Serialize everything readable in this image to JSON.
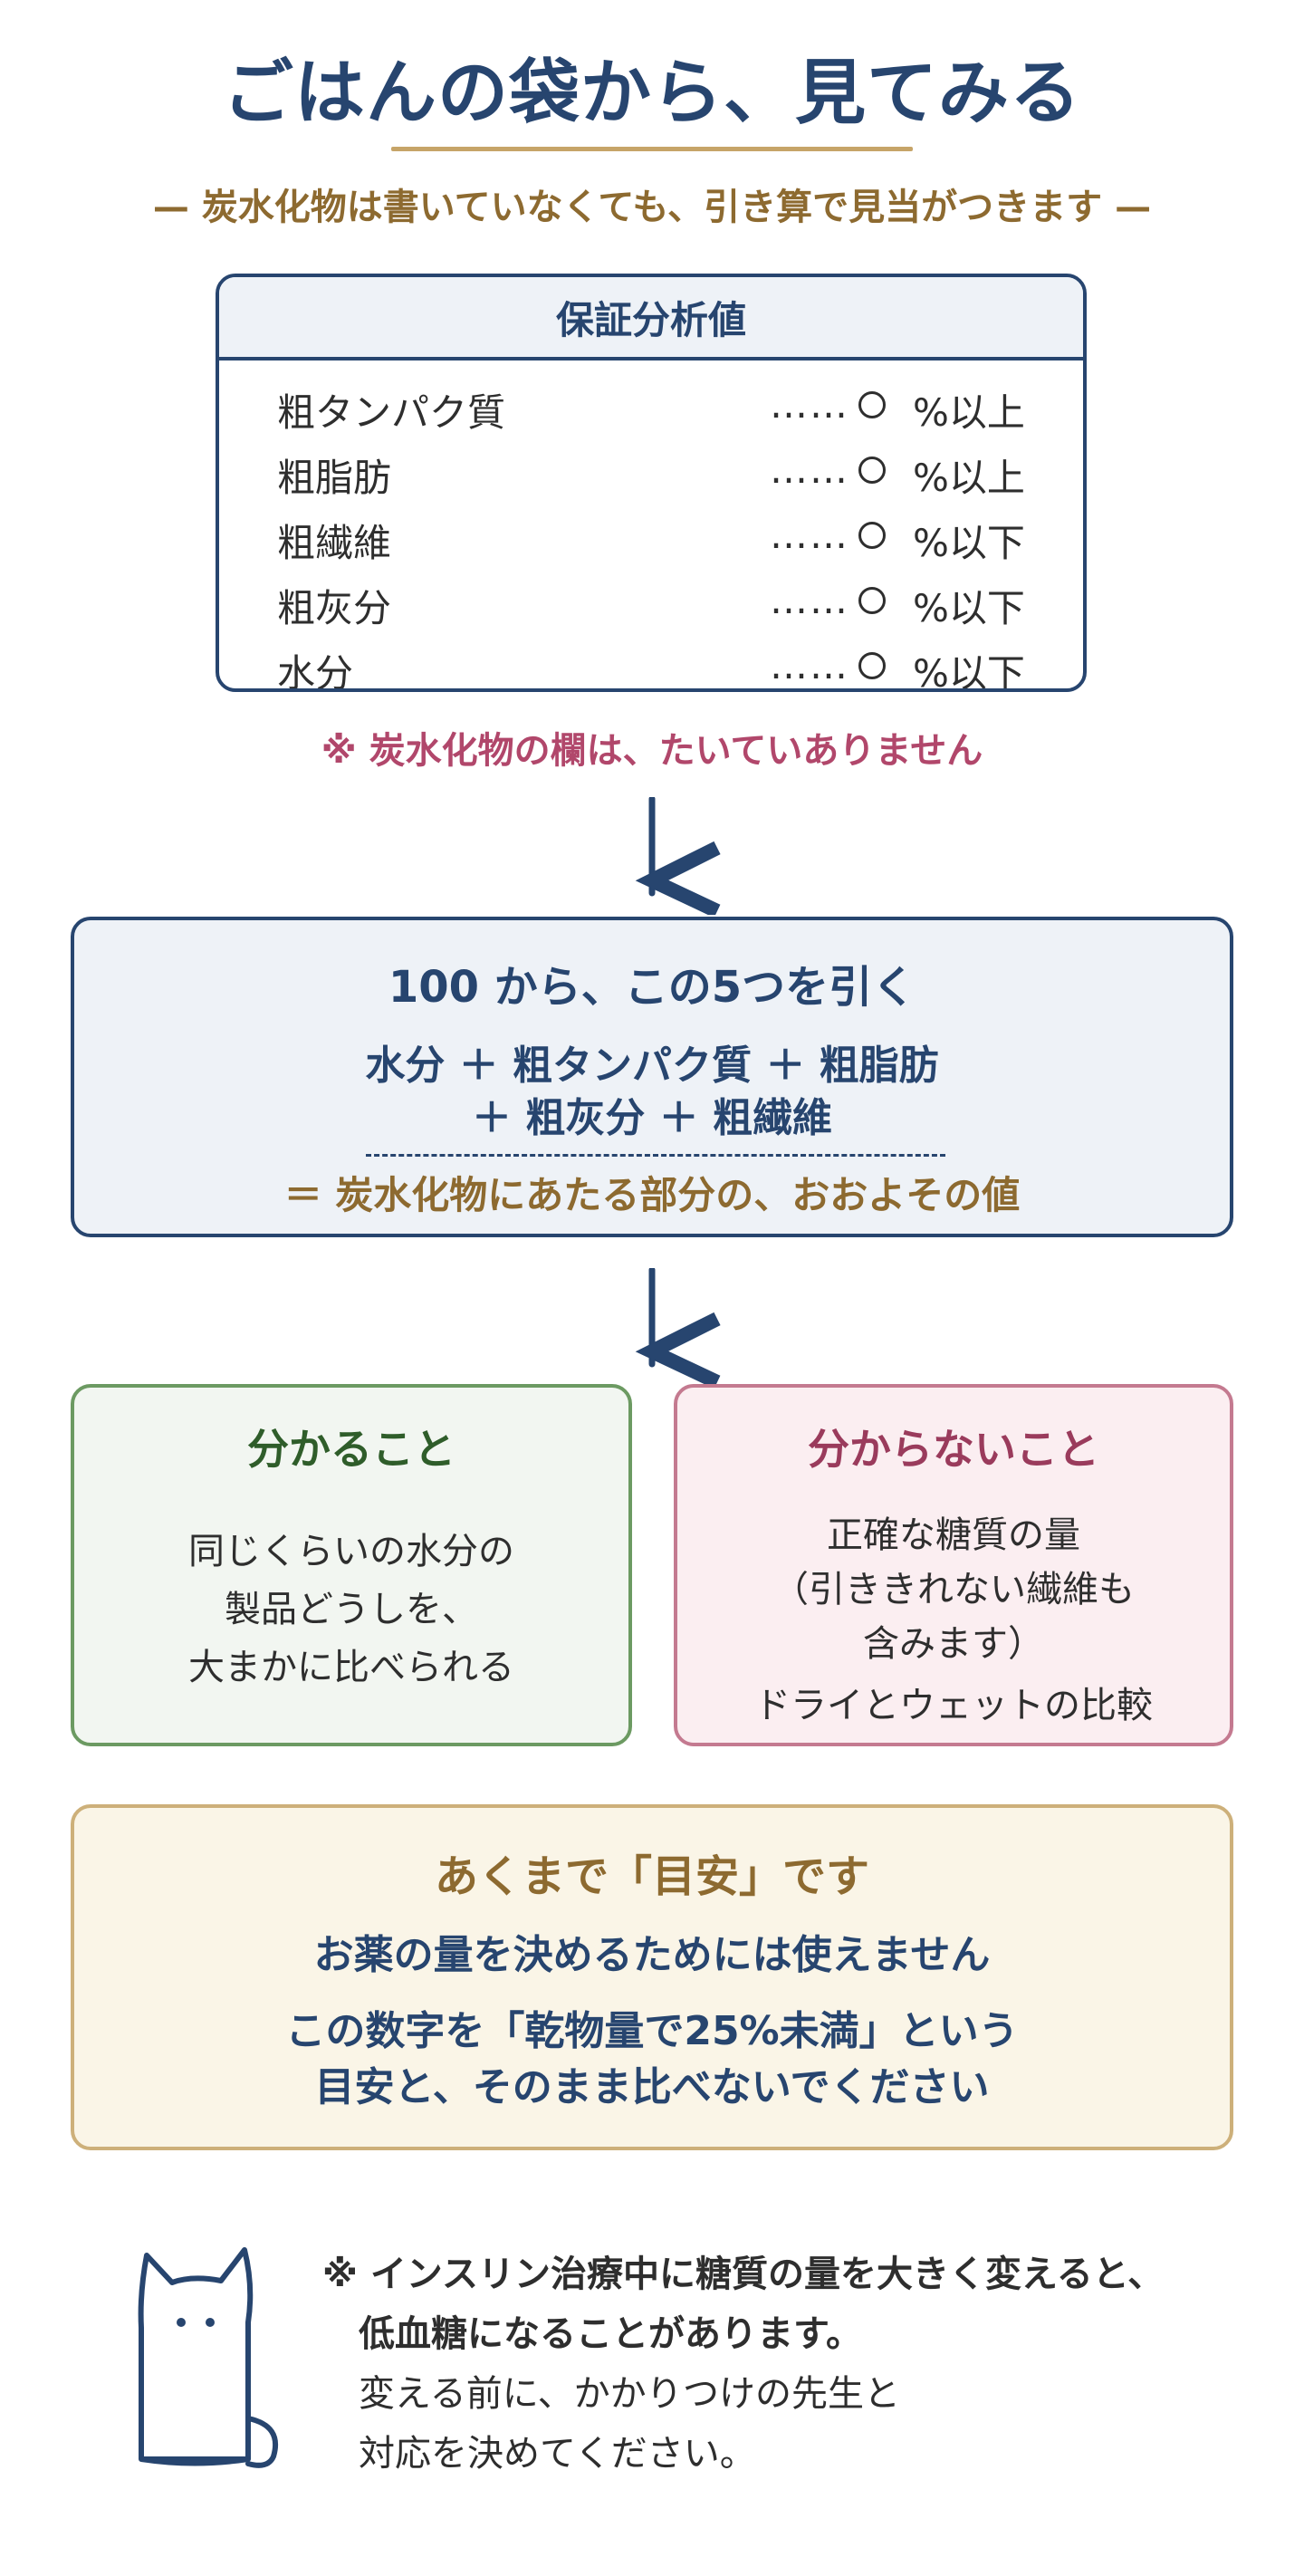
{
  "title": "ごはんの袋から、見てみる",
  "subtitle": "— 炭水化物は書いていなくても、引き算で見当がつきます —",
  "analysis_table": {
    "header": "保証分析値",
    "rows": [
      {
        "name": "粗タンパク質",
        "dots": "……",
        "value": "%以上"
      },
      {
        "name": "粗脂肪",
        "dots": "……",
        "value": "%以上"
      },
      {
        "name": "粗繊維",
        "dots": "……",
        "value": "%以下"
      },
      {
        "name": "粗灰分",
        "dots": "……",
        "value": "%以下"
      },
      {
        "name": "水分",
        "dots": "……",
        "value": "%以下"
      }
    ]
  },
  "table_note": "※ 炭水化物の欄は、たいていありません",
  "formula": {
    "heading": "100 から、この5つを引く",
    "line1": "水分 ＋ 粗タンパク質 ＋ 粗脂肪",
    "line2": "＋ 粗灰分 ＋ 粗繊維",
    "result": "＝ 炭水化物にあたる部分の、おおよその値"
  },
  "known": {
    "title": "分かること",
    "lines": [
      "同じくらいの水分の",
      "製品どうしを、",
      "大まかに比べられる"
    ]
  },
  "unknown": {
    "title": "分からないこと",
    "lines": [
      "正確な糖質の量",
      "（引ききれない繊維も",
      "含みます）",
      "ドライとウェットの比較"
    ]
  },
  "caution": {
    "title": "あくまで「目安」です",
    "line1": "お薬の量を決めるためには使えません",
    "line2": "この数字を「乾物量で25%未満」という",
    "line3": "目安と、そのまま比べないでください"
  },
  "footer": {
    "line1": "※ インスリン治療中に糖質の量を大きく変えると、",
    "line2": "低血糖になることがあります。",
    "line3": "変える前に、かかりつけの先生と",
    "line4": "対応を決めてください。"
  },
  "colors": {
    "navy": "#27456f",
    "gold": "#8d6a30",
    "rose": "#b1476b",
    "green": "#2f5d2a",
    "green_border": "#6c9a62",
    "pink_border": "#c47a90",
    "beige_border": "#cdb07a"
  }
}
